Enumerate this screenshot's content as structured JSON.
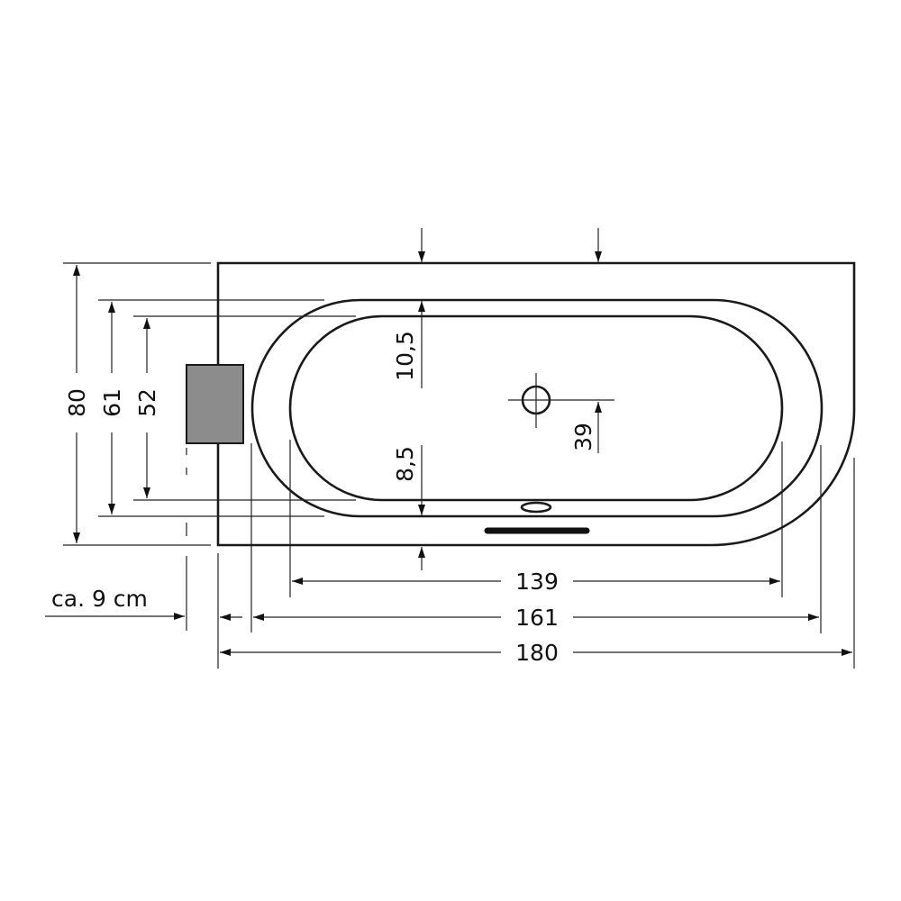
{
  "diagram": {
    "type": "technical-drawing",
    "subject": "bathtub top view with dimensions",
    "colors": {
      "line": "#1a1a1a",
      "panel_fill": "#8c8c8c",
      "background": "#ffffff"
    },
    "dimensions": {
      "total_length": "180",
      "rim_length": "161",
      "inner_length": "139",
      "total_width": "80",
      "rim_width": "61",
      "inner_width": "52",
      "top_margin": "10,5",
      "bottom_margin": "8,5",
      "drain_offset": "39",
      "panel_offset": "ca. 9 cm"
    }
  }
}
